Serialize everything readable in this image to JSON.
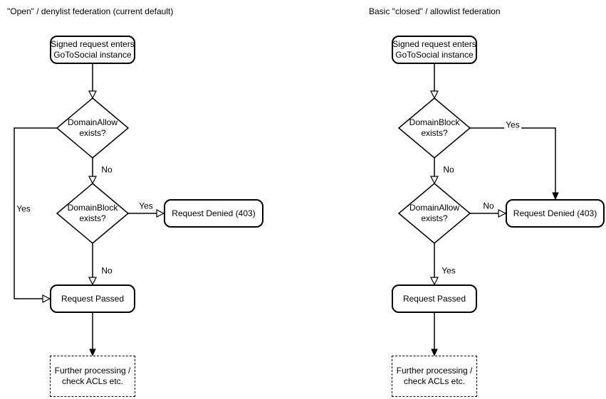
{
  "colors": {
    "background": "#ffffff",
    "stroke": "#000000",
    "text": "#000000",
    "node_fill": "#ffffff"
  },
  "left_chart": {
    "title": "\"Open\" / denylist federation (current default)",
    "nodes": {
      "start": "Signed request enters\nGoToSocial instance",
      "decision1": "DomainAllow\nexists?",
      "decision2": "DomainBlock\nexists?",
      "denied": "Request Denied (403)",
      "passed": "Request Passed",
      "further": "Further processing /\ncheck ACLs etc."
    },
    "edge_labels": {
      "decision1_yes": "Yes",
      "decision1_no": "No",
      "decision2_yes": "Yes",
      "decision2_no": "No"
    }
  },
  "right_chart": {
    "title": "Basic \"closed\" / allowlist federation",
    "nodes": {
      "start": "Signed request enters\nGoToSocial instance",
      "decision1": "DomainBlock\nexists?",
      "decision2": "DomainAllow\nexists?",
      "denied": "Request Denied (403)",
      "passed": "Request Passed",
      "further": "Further processing /\ncheck ACLs etc."
    },
    "edge_labels": {
      "decision1_yes": "Yes",
      "decision1_no": "No",
      "decision2_no": "No",
      "decision2_yes": "Yes"
    }
  }
}
